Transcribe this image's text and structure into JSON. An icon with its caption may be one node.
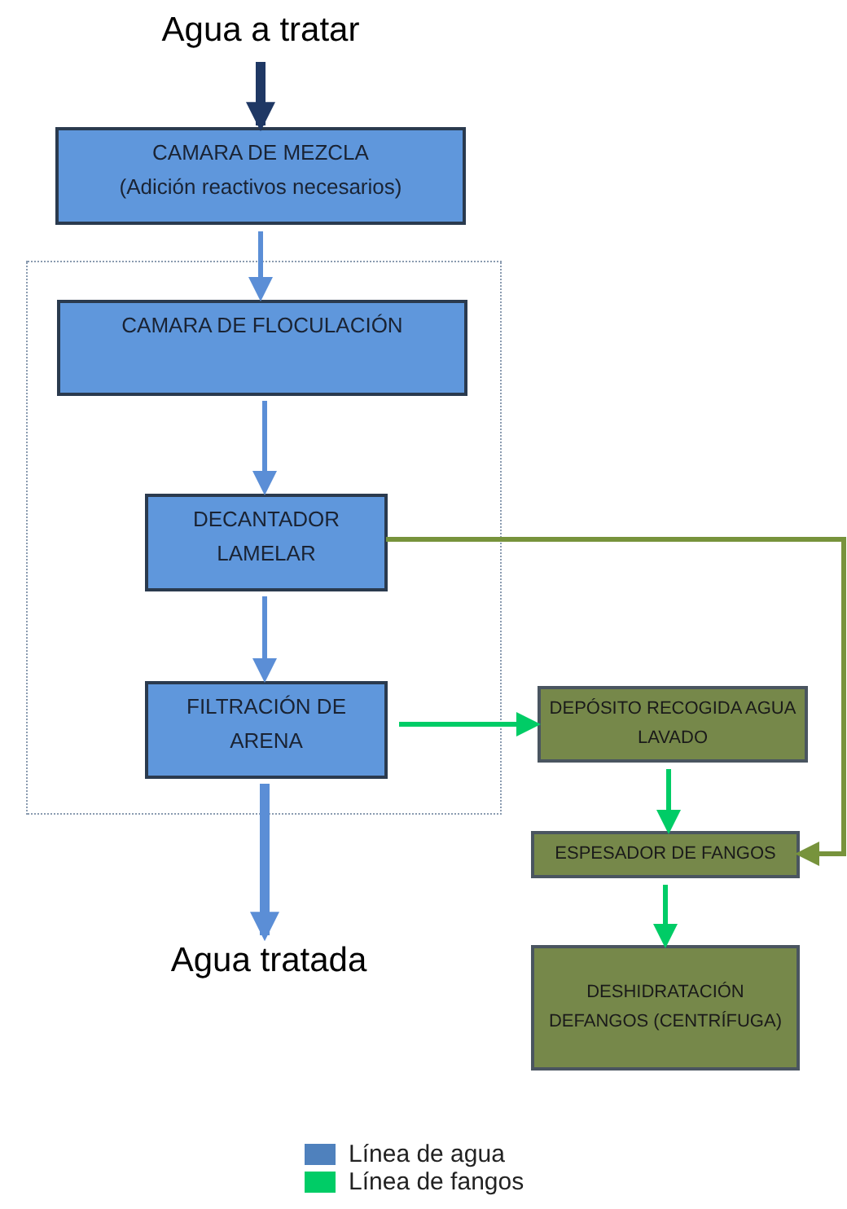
{
  "diagram": {
    "nodes": [
      {
        "text": [
          "Agua a tratar"
        ]
      },
      {
        "text": [
          "CAMARA DE MEZCLA",
          "(Adición reactivos necesarios)"
        ]
      },
      {
        "text": [],
        "shape": "box"
      },
      {
        "text": [
          "CAMARA DE FLOCULACIÓN"
        ],
        "in": 2
      },
      {
        "text": [
          "DECANTADOR LAMELAR"
        ],
        "in": 2
      },
      {
        "text": [
          "FILTRACIÓN DE ARENA"
        ],
        "in": 2
      },
      {
        "text": [
          "Agua tratada"
        ]
      },
      {
        "text": [
          "DEPÓSITO RECOGIDA AGUA LAVADO"
        ]
      },
      {
        "text": [
          "ESPESADOR DE FANGOS"
        ]
      },
      {
        "text": [
          "DESHIDRATACIÓN DEFANGOS (CENTRÍFUGA)"
        ]
      }
    ],
    "edges": [
      {
        "from": 0,
        "to": 1,
        "arrow": "to",
        "style": "thick",
        "color": "#1f3864"
      },
      {
        "from": 1,
        "to": 3,
        "arrow": "to"
      },
      {
        "from": 3,
        "to": 4,
        "arrow": "to"
      },
      {
        "from": 4,
        "to": 5,
        "arrow": "to"
      },
      {
        "from": 5,
        "to": 6,
        "arrow": "to",
        "style": "thick"
      },
      {
        "from": 5,
        "to": 7,
        "arrow": "to",
        "color": "#00cc66"
      },
      {
        "from": 7,
        "to": 8,
        "arrow": "to",
        "color": "#00cc66"
      },
      {
        "from": 4,
        "to": 8,
        "arrow": "to",
        "color": "#77933c"
      },
      {
        "from": 8,
        "to": 9,
        "arrow": "to",
        "color": "#00cc66"
      }
    ],
    "legend": [
      {
        "text": "Línea de agua",
        "color": "#4f81bd"
      },
      {
        "text": "Línea de fangos",
        "color": "#00cc66"
      }
    ]
  }
}
